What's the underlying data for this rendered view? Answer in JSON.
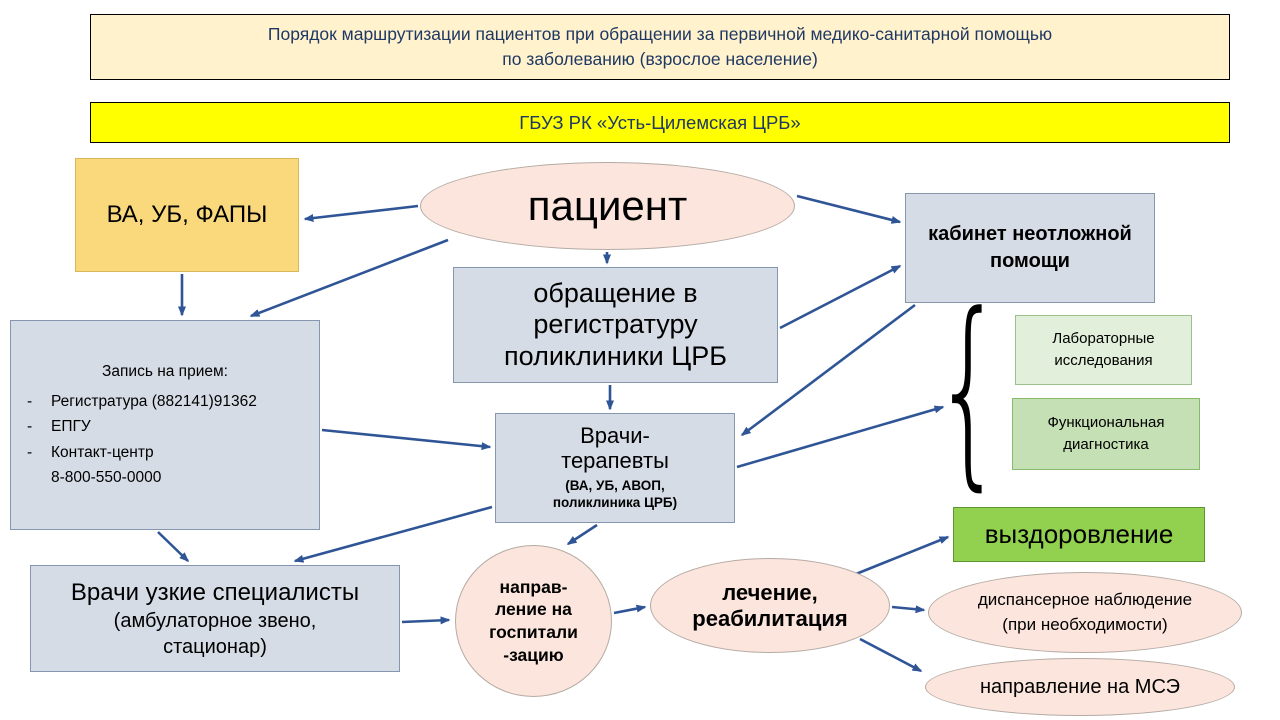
{
  "titles": {
    "main_line1": "Порядок маршрутизации пациентов при обращении за первичной медико-санитарной помощью",
    "main_line2": "по заболеванию (взрослое население)",
    "org": "ГБУЗ РК «Усть-Цилемская ЦРБ»"
  },
  "nodes": {
    "va_ub_fapy": "ВА, УБ, ФАПЫ",
    "patient": "пациент",
    "emergency_room": "кабинет неотложной помощи",
    "registry": "обращение в регистратуру поликлиники ЦРБ",
    "booking": {
      "title": "Запись на прием:",
      "bullet": "-",
      "items": [
        "Регистратура (882141)91362",
        "ЕПГУ",
        "Контакт-центр"
      ],
      "phone": "8-800-550-0000"
    },
    "therapists": {
      "title": "Врачи-терапевты",
      "sub": "(ВА, УБ, АВОП, поликлиника ЦРБ)"
    },
    "lab_tests": "Лабораторные исследования",
    "functional_diagnostics": "Функциональная диагностика",
    "specialists": {
      "title": "Врачи узкие специалисты",
      "sub": "(амбулаторное звено, стационар)"
    },
    "hospital_referral_lines": [
      "направ-",
      "ление на",
      "госпитали",
      "-зацию"
    ],
    "treatment": "лечение, реабилитация",
    "recovery": "выздоровление",
    "dispensary_observation": "диспансерное наблюдение (при необходимости)",
    "mse_referral": "направление на МСЭ"
  },
  "decorations": {
    "brace_glyph": "{"
  },
  "colors": {
    "arrow_blue": "#2F5597",
    "heading_navy": "#1F3864",
    "panel_bluegray": "#D6DCE5",
    "ellipse_peach": "#FBE5DC",
    "title_cream": "#FFF2CC",
    "org_yellow": "#FFFF00",
    "va_gold": "#FAD97C",
    "recovery_green": "#92D050",
    "lab_green_light": "#E2EFDA",
    "func_green": "#C5E0B4"
  }
}
